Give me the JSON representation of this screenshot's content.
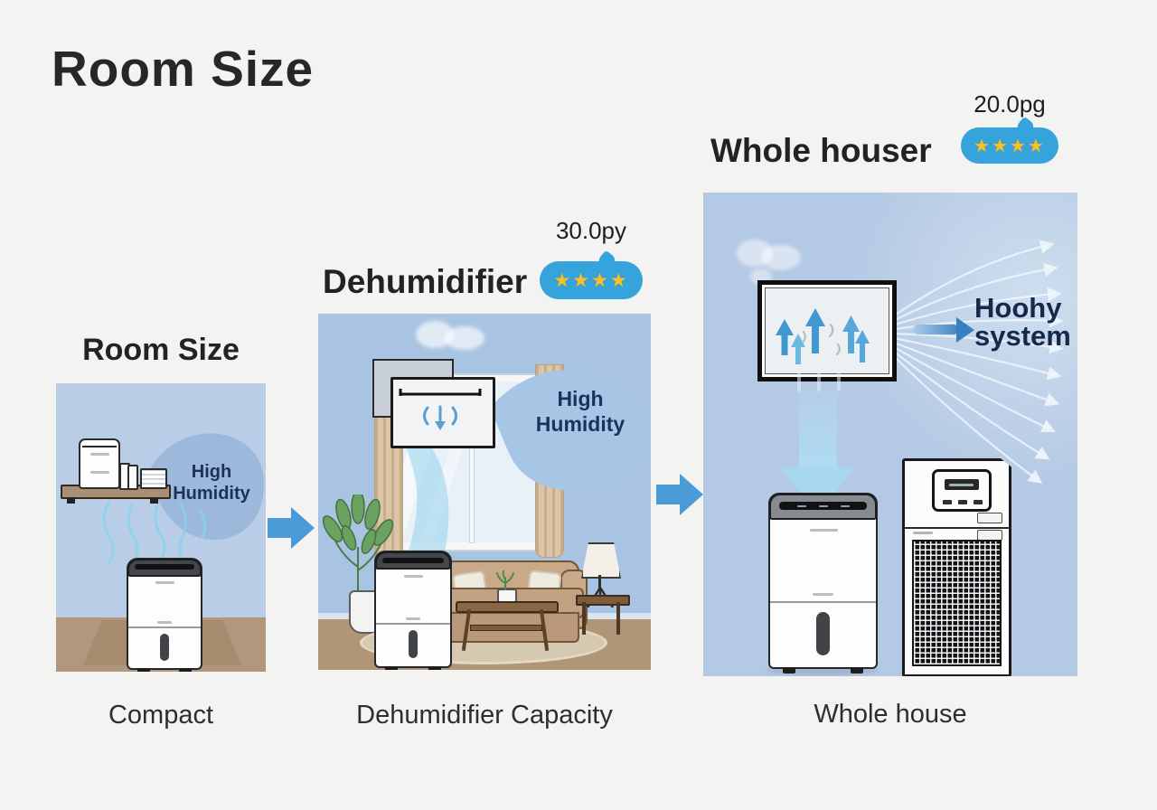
{
  "title": "Room Size",
  "stages": [
    {
      "name": "compact",
      "heading": "Room Size",
      "humidity_label": "High Humidity",
      "caption": "Compact"
    },
    {
      "name": "dehumidifier",
      "heading": "Dehumidifier",
      "capacity_label": "30.0py",
      "stars": "★★★★",
      "star_count": 4,
      "humidity_label": "High Humidity",
      "caption": "Dehumidifier Capacity"
    },
    {
      "name": "whole-house",
      "heading": "Whole houser",
      "capacity_label": "20.0pg",
      "stars": "★★★★",
      "star_count": 4,
      "system_label": "Hoohy system",
      "caption": "Whole house"
    }
  ],
  "colors": {
    "badge_blue": "#35a3dc",
    "star_gold": "#f5c22b",
    "flow_arrow_blue": "#4a9bd5",
    "navy_text": "#1c3258",
    "panel1_bg": "#b9cde6",
    "panel2_bg": "#a9c4e2",
    "panel3_bg": "#b4c9e4",
    "floor_tan": "#b2977c",
    "page_bg": "#f3f3f2"
  }
}
